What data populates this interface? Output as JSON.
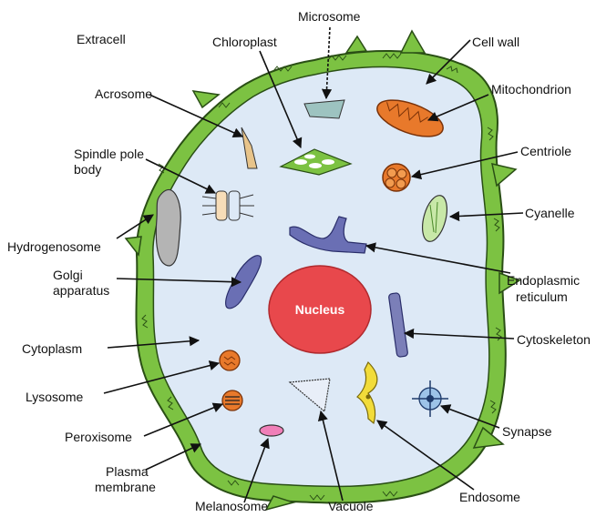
{
  "diagram": {
    "nucleus_label": "Nucleus",
    "labels": {
      "extracell": "Extracell",
      "microsome": "Microsome",
      "chloroplast": "Chloroplast",
      "cell_wall": "Cell wall",
      "acrosome": "Acrosome",
      "mitochondrion": "Mitochondrion",
      "centriole": "Centriole",
      "spindle_pole_body_1": "Spindle pole",
      "spindle_pole_body_2": "body",
      "cyanelle": "Cyanelle",
      "hydrogenosome": "Hydrogenosome",
      "golgi_1": "Golgi",
      "golgi_2": "apparatus",
      "er_1": "Endoplasmic",
      "er_2": "reticulum",
      "cytoskeleton": "Cytoskeleton",
      "cytoplasm": "Cytoplasm",
      "lysosome": "Lysosome",
      "peroxisome": "Peroxisome",
      "synapse": "Synapse",
      "plasma_membrane_1": "Plasma",
      "plasma_membrane_2": "membrane",
      "endosome": "Endosome",
      "melanosome": "Melanosome",
      "vacuole": "Vacuole"
    },
    "colors": {
      "cell_wall": "#7cc242",
      "cytoplasm": "#dde9f6",
      "nucleus": "#e8484c",
      "mitochondrion": "#e8792b",
      "golgi": "#6a6fb4",
      "melanosome": "#f07fb8",
      "endosome": "#f2dc3a"
    }
  }
}
